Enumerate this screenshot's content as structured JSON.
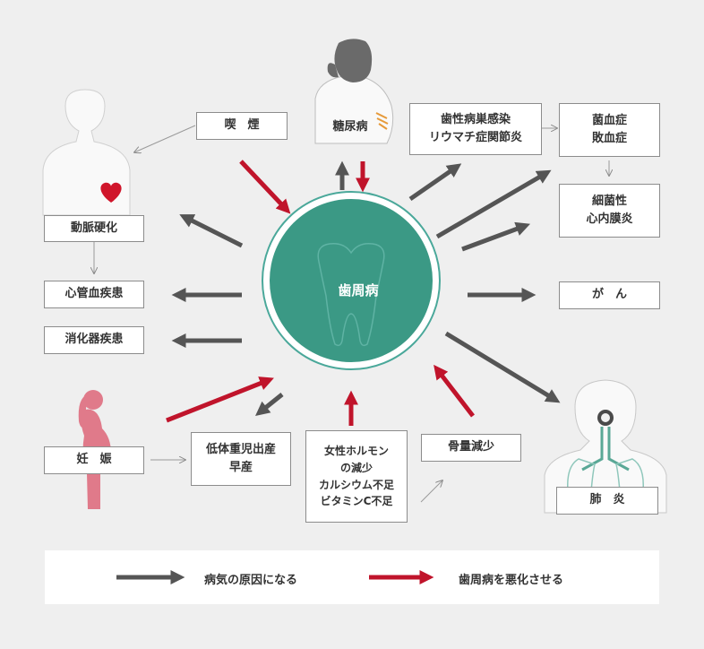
{
  "center": {
    "label": "歯周病"
  },
  "nodes": {
    "smoking": "喫　煙",
    "diabetes": "糖尿病",
    "focal_infection": "歯性病巣感染\nリウマチ症関節炎",
    "bacteremia": "菌血症\n敗血症",
    "endocarditis": "細菌性\n心内膜炎",
    "arteriosclerosis": "動脈硬化",
    "cardiovascular": "心管血疾患",
    "digestive": "消化器疾患",
    "cancer": "が　ん",
    "pregnancy": "妊　娠",
    "low_birth_weight": "低体重児出産\n早産",
    "hormone": "女性ホルモン\nの減少\nカルシウム不足\nビタミンC不足",
    "bone_loss": "骨量減少",
    "pneumonia": "肺　炎"
  },
  "legend": {
    "cause": "病気の原因になる",
    "worsen": "歯周病を悪化させる"
  },
  "colors": {
    "cause_arrow": "#555555",
    "worsen_arrow": "#c0142b",
    "center_fill": "#3b9985",
    "center_ring": "#4aa89a",
    "heart": "#d0152b",
    "pregnant_figure": "#e07a8a"
  },
  "icons": [
    "heart-icon",
    "person-silhouette-icon",
    "diabetic-person-icon",
    "pregnant-woman-icon",
    "lungs-icon",
    "tooth-icon"
  ]
}
